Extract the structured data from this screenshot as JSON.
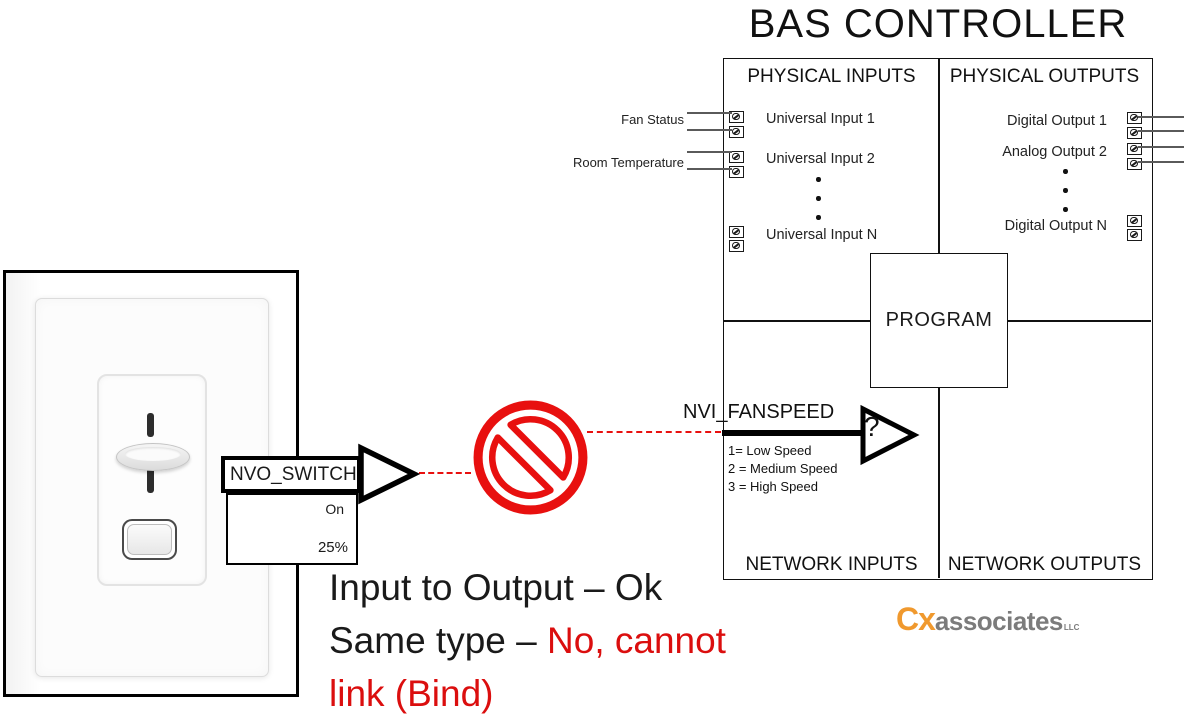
{
  "title": "BAS CONTROLLER",
  "controller": {
    "program_label": "PROGRAM",
    "physical_inputs": {
      "header": "PHYSICAL INPUTS",
      "rows": [
        "Universal Input 1",
        "Universal Input 2",
        "Universal Input N"
      ]
    },
    "physical_outputs": {
      "header": "PHYSICAL OUTPUTS",
      "rows": [
        "Digital Output 1",
        "Analog Output 2",
        "Digital Output N"
      ]
    },
    "network_inputs_header": "NETWORK INPUTS",
    "network_outputs_header": "NETWORK OUTPUTS"
  },
  "field_wiring": {
    "fan_status": "Fan Status",
    "room_temperature": "Room Temperature"
  },
  "nvi": {
    "name": "NVI_FANSPEED",
    "glyph": "?",
    "legend": [
      "1= Low Speed",
      "2 = Medium Speed",
      "3 = High Speed"
    ]
  },
  "nvo": {
    "name": "NVO_SWITCH",
    "state": "On",
    "level": "25%"
  },
  "annotation": {
    "line1": "Input to Output – Ok",
    "line2_black": "Same type – ",
    "line2_red": "No, cannot",
    "line3_red": "link (Bind)"
  },
  "logo": {
    "mark": "Cx",
    "name": "associates",
    "suffix": "LLC"
  },
  "icons": {
    "prohibited": "no-symbol-icon",
    "terminals": "screw-terminal-icon",
    "arrows": "binding-arrow-icon"
  },
  "colors": {
    "prohibited_red": "#e8100f",
    "annotation_red": "#db0e0e",
    "logo_orange": "#f0992e",
    "logo_gray": "#7b7b7b",
    "line_black": "#111111",
    "wire_gray": "#5a5a5a"
  }
}
